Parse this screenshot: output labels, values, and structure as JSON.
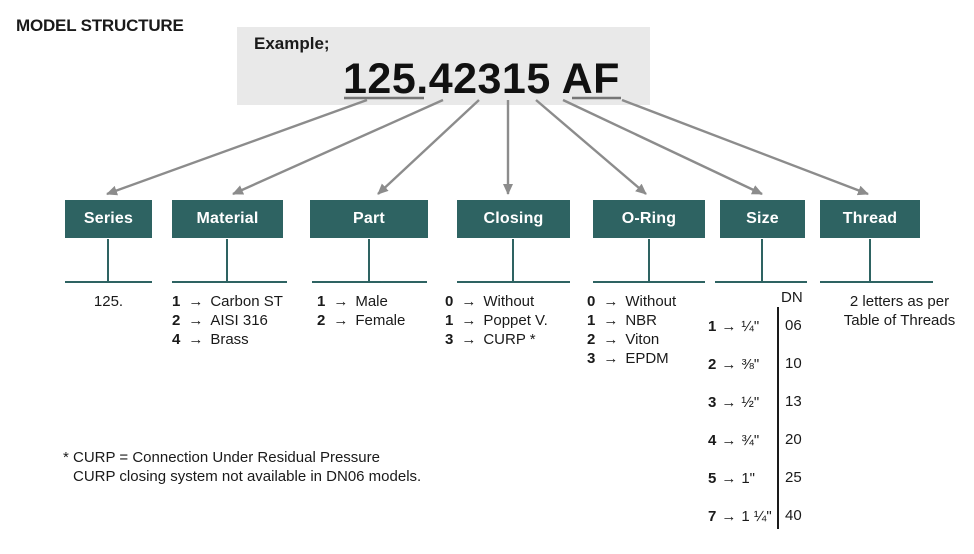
{
  "title": "MODEL STRUCTURE",
  "example": {
    "label": "Example;",
    "code": "125.42315 AF"
  },
  "arrow": "→",
  "boxes": [
    {
      "label": "Series"
    },
    {
      "label": "Material"
    },
    {
      "label": "Part"
    },
    {
      "label": "Closing"
    },
    {
      "label": "O-Ring"
    },
    {
      "label": "Size"
    },
    {
      "label": "Thread"
    }
  ],
  "series": {
    "value": "125."
  },
  "material": {
    "items": [
      {
        "num": "1",
        "desc": "Carbon ST"
      },
      {
        "num": "2",
        "desc": "AISI 316"
      },
      {
        "num": "4",
        "desc": "Brass"
      }
    ]
  },
  "part": {
    "items": [
      {
        "num": "1",
        "desc": "Male"
      },
      {
        "num": "2",
        "desc": "Female"
      }
    ]
  },
  "closing": {
    "items": [
      {
        "num": "0",
        "desc": "Without"
      },
      {
        "num": "1",
        "desc": "Poppet V."
      },
      {
        "num": "3",
        "desc": "CURP *"
      }
    ]
  },
  "oring": {
    "items": [
      {
        "num": "0",
        "desc": "Without"
      },
      {
        "num": "1",
        "desc": "NBR"
      },
      {
        "num": "2",
        "desc": "Viton"
      },
      {
        "num": "3",
        "desc": "EPDM"
      }
    ]
  },
  "size": {
    "dn_header": "DN",
    "rows": [
      {
        "num": "1",
        "value": "¼\"",
        "dn": "06"
      },
      {
        "num": "2",
        "value": "⅜\"",
        "dn": "10"
      },
      {
        "num": "3",
        "value": "½\"",
        "dn": "13"
      },
      {
        "num": "4",
        "value": "¾\"",
        "dn": "20"
      },
      {
        "num": "5",
        "value": "1\"",
        "dn": "25"
      },
      {
        "num": "7",
        "value": "1 ¼\"",
        "dn": "40"
      }
    ]
  },
  "thread": {
    "line1": "2 letters as per",
    "line2": "Table of Threads"
  },
  "footnote": {
    "line1": "* CURP = Connection Under Residual Pressure",
    "line2": "CURP closing system not available in DN06 models."
  },
  "colors": {
    "box_teal": "#2e6362",
    "arrow_gray": "#8c8c8c",
    "underline_gray": "#767676",
    "example_bg": "#e9e9e9",
    "ink": "#1a1a1a"
  }
}
